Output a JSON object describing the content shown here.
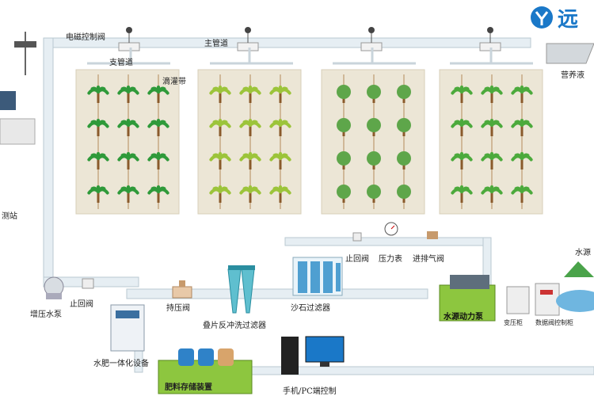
{
  "labels": {
    "solenoid_valve": "电磁控制阀",
    "main_pipe": "主管道",
    "branch_pipe": "支管道",
    "drip_tape": "滴灌带",
    "nutrient_tank": "营养液",
    "station": "测站",
    "booster_pump": "增压水泵",
    "check_valve_left": "止回阀",
    "pressure_valve": "持压阀",
    "disc_filter": "叠片反冲洗过滤器",
    "sand_filter": "沙石过滤器",
    "check_valve_right": "止回阀",
    "pressure_gauge": "压力表",
    "air_valve": "进排气阀",
    "water_pump": "水源动力泵",
    "integrated_unit": "水肥一体化设备",
    "fertilizer_tank": "肥料存储装置",
    "phone_pc": "手机/PC端控制",
    "inverter_box": "变压柜",
    "control_cabinet": "数据阀控制柜",
    "water_source": "水源"
  },
  "logo": {
    "text": "远"
  },
  "colors": {
    "pipe": "#e6eef3",
    "pipe_edge": "#b9c8d2",
    "field": "#ece6d6",
    "green": "#7cbf3a",
    "dark_green": "#2e8b2e",
    "blue": "#1a78c8"
  },
  "fields": [
    {
      "name": "field-palms",
      "plant": "palm"
    },
    {
      "name": "field-saplings",
      "plant": "sapling"
    },
    {
      "name": "field-round-trees",
      "plant": "round"
    },
    {
      "name": "field-coconut-palms",
      "plant": "coconut"
    }
  ]
}
